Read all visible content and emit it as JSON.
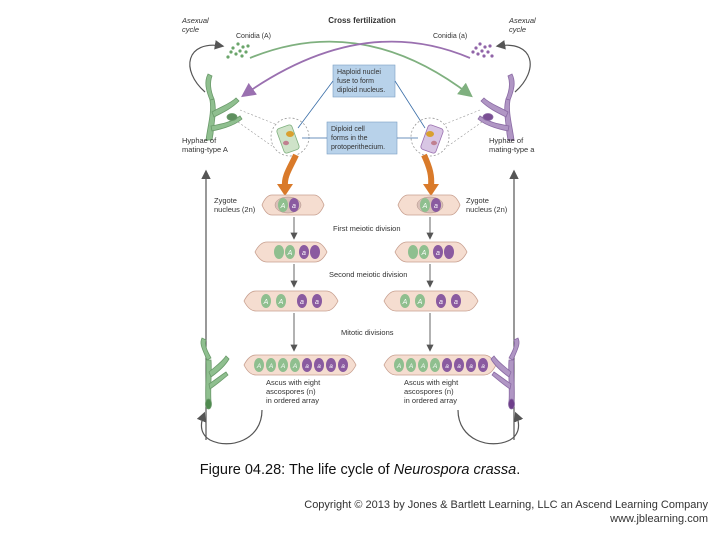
{
  "diagram": {
    "asexual_left": [
      "Asexual",
      "cycle"
    ],
    "asexual_right": [
      "Asexual",
      "cycle"
    ],
    "cross_fertilization": "Cross fertilization",
    "conidia_left": "Conidia (A)",
    "conidia_right": "Conidia (a)",
    "haploid_box": [
      "Haploid nuclei",
      "fuse to form",
      "diploid nucleus."
    ],
    "diploid_box": [
      "Diploid cell",
      "forms in the",
      "protoperithecium."
    ],
    "hyphae_left": [
      "Hyphae of",
      "mating-type A"
    ],
    "hyphae_right": [
      "Hyphae of",
      "mating-type a"
    ],
    "zygote_left": [
      "Zygote",
      "nucleus (2n)"
    ],
    "zygote_right": [
      "Zygote",
      "nucleus (2n)"
    ],
    "first_meiotic": "First meiotic division",
    "second_meiotic": "Second meiotic division",
    "mitotic": "Mitotic divisions",
    "ascus_left": [
      "Ascus with eight",
      "ascospores (n)",
      "in ordered array"
    ],
    "ascus_right": [
      "Ascus with eight",
      "ascospores (n)",
      "in ordered array"
    ],
    "allele_A": "A",
    "allele_a": "a",
    "colors": {
      "green_cell": "#8fbf8f",
      "purple_cell": "#8a5aa0",
      "ascus_fill": "#f5ddd0",
      "ascus_stroke": "#c8a090",
      "info_box": "#b8d2ea",
      "orange_arrow": "#d97a2a",
      "gray_arrow": "#555555"
    }
  },
  "caption": {
    "prefix": "Figure 04.28: The life cycle of ",
    "species": "Neurospora crassa",
    "suffix": "."
  },
  "copyright": {
    "line1": "Copyright © 2013 by Jones & Bartlett Learning, LLC an Ascend Learning Company",
    "line2": "www.jblearning.com"
  }
}
